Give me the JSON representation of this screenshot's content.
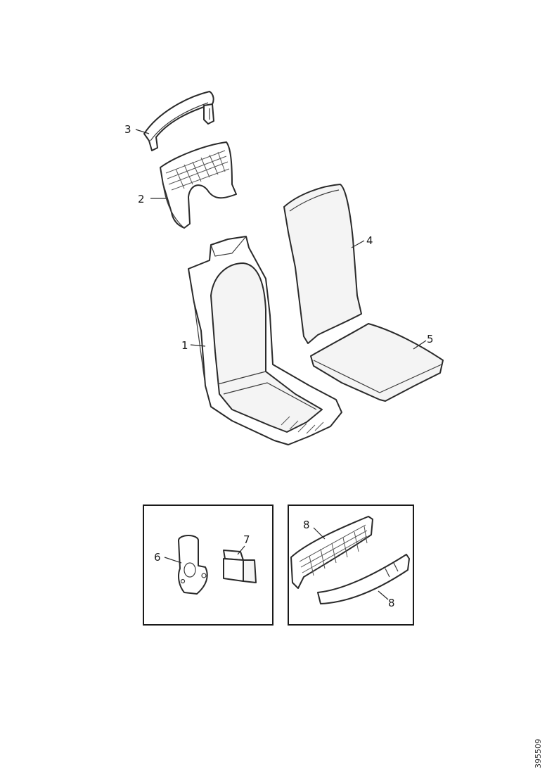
{
  "callouts": {
    "c1": "1",
    "c2": "2",
    "c3": "3",
    "c4": "4",
    "c5": "5",
    "c6": "6",
    "c7": "7",
    "c8a": "8",
    "c8b": "8"
  },
  "document_number": "395509"
}
